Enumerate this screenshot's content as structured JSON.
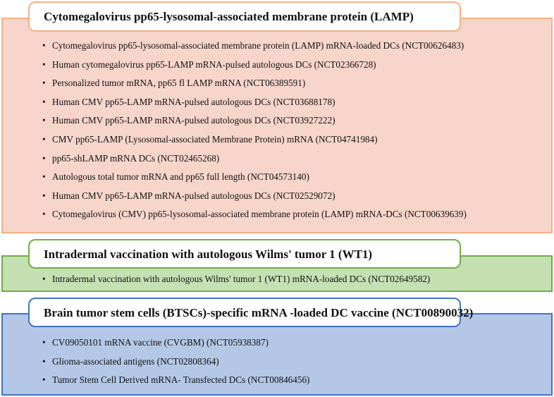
{
  "colors": {
    "panel1_fill": "#f8d5cb",
    "panel1_border": "#f4b183",
    "panel2_fill": "#c5e0b3",
    "panel2_border": "#70ad47",
    "panel3_fill": "#b4c7e7",
    "panel3_border": "#4472c4"
  },
  "groups": [
    {
      "title": "Cytomegalovirus pp65-lysosomal-associated membrane protein (LAMP)",
      "items": [
        "Cytomegalovirus pp65-lysosomal-associated membrane protein (LAMP) mRNA-loaded DCs (NCT00626483)",
        "Human cytomegalovirus pp65-LAMP mRNA-pulsed autologous DCs (NCT02366728)",
        "Personalized tumor mRNA, pp65 fl LAMP mRNA (NCT06389591)",
        "Human CMV pp65-LAMP mRNA-pulsed autologous DCs (NCT03688178)",
        "Human CMV pp65-LAMP mRNA-pulsed autologous DCs (NCT03927222)",
        "CMV pp65-LAMP (Lysosomal-associated Membrane Protein) mRNA (NCT04741984)",
        "pp65-shLAMP mRNA DCs (NCT02465268)",
        "Autologous total tumor mRNA and pp65 full length (NCT04573140)",
        "Human CMV pp65-LAMP mRNA-pulsed autologous DCs (NCT02529072)",
        "Cytomegalovirus (CMV) pp65-lysosomal-associated membrane protein (LAMP) mRNA-DCs (NCT00639639)"
      ]
    },
    {
      "title": "Intradermal vaccination with autologous Wilms' tumor 1 (WT1)",
      "items": [
        "Intradermal vaccination with autologous Wilms' tumor 1 (WT1) mRNA-loaded DCs (NCT02649582)"
      ]
    },
    {
      "title": "Brain tumor stem cells (BTSCs)-specific mRNA -loaded DC vaccine (NCT00890032)",
      "items": [
        "CV09050101 mRNA vaccine (CVGBM) (NCT05938387)",
        "Glioma-associated antigens (NCT02808364)",
        "Tumor Stem Cell Derived mRNA- Transfected DCs (NCT00846456)"
      ]
    }
  ]
}
